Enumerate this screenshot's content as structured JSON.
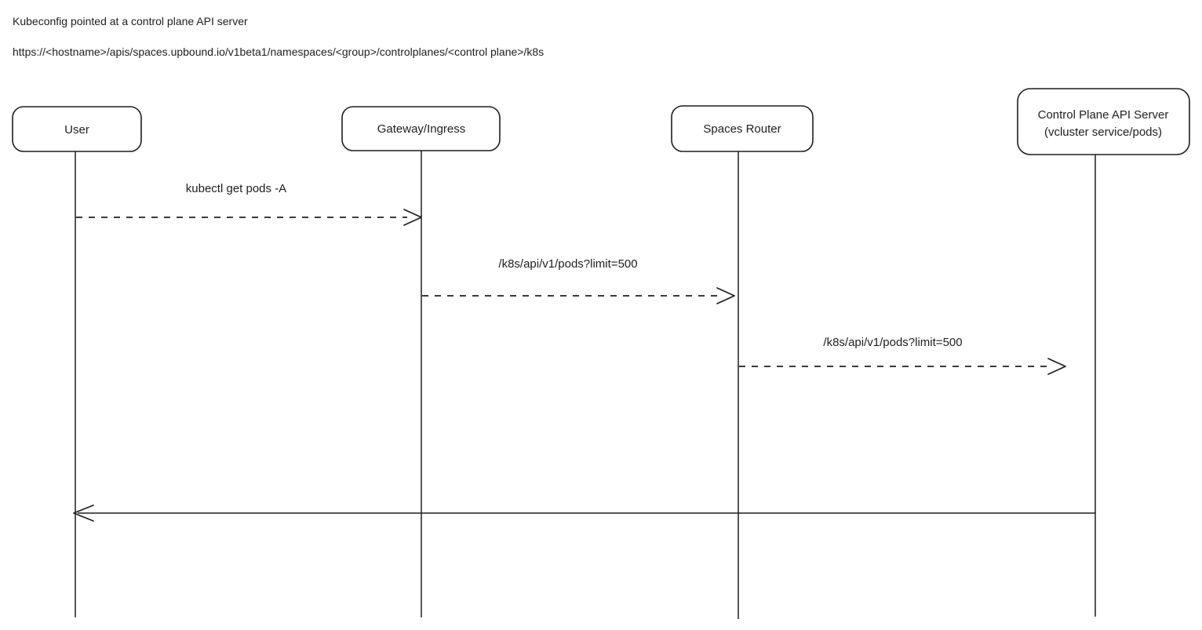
{
  "header": {
    "title": "Kubeconfig pointed at a control plane API server",
    "url": "https://<hostname>/apis/spaces.upbound.io/v1beta1/namespaces/<group>/controlplanes/<control plane>/k8s"
  },
  "diagram": {
    "type": "sequence",
    "colors": {
      "stroke": "#1e1e1e",
      "background": "#ffffff"
    },
    "actors": [
      {
        "label": "User"
      },
      {
        "label": "Gateway/Ingress"
      },
      {
        "label": "Spaces Router"
      },
      {
        "label": "Control Plane API Server",
        "sublabel": "(vcluster service/pods)"
      }
    ],
    "messages": [
      {
        "from": "User",
        "to": "Gateway/Ingress",
        "label": "kubectl get pods -A",
        "line": "dashed"
      },
      {
        "from": "Gateway/Ingress",
        "to": "Spaces Router",
        "label": "/k8s/api/v1/pods?limit=500",
        "line": "dashed"
      },
      {
        "from": "Spaces Router",
        "to": "Control Plane API Server",
        "label": "/k8s/api/v1/pods?limit=500",
        "line": "dashed"
      },
      {
        "from": "Control Plane API Server",
        "to": "User",
        "label": "",
        "line": "solid"
      }
    ]
  }
}
